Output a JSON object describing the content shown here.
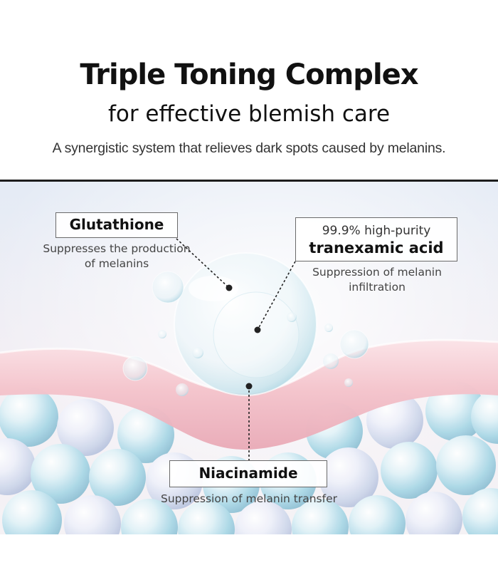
{
  "header": {
    "title": "Triple Toning Complex",
    "subtitle": "for effective blemish care",
    "tagline": "A synergistic system that relieves dark spots caused by melanins."
  },
  "ingredients": {
    "glutathione": {
      "name": "Glutathione",
      "description": "Suppresses the production of melanins"
    },
    "tranexamic_acid": {
      "prefix": "99.9% high-purity",
      "name": "tranexamic acid",
      "description": "Suppression of melanin infiltration"
    },
    "niacinamide": {
      "name": "Niacinamide",
      "description": "Suppression of melanin transfer"
    }
  },
  "colors": {
    "skin_layer": "#f3c6cd",
    "cell_bubbles": "#bfe3ee",
    "background_gradient_top": "#e6edf6",
    "divider": "#1d1d1d"
  }
}
